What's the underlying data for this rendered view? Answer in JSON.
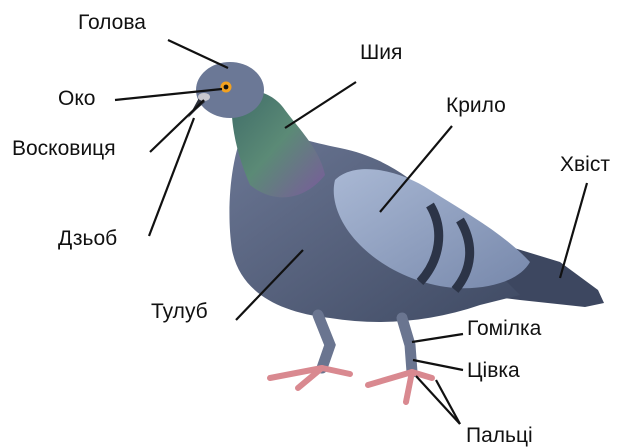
{
  "labels": {
    "head": "Голова",
    "neck": "Шия",
    "eye": "Око",
    "cere": "Восковиця",
    "wing": "Крило",
    "tail": "Хвіст",
    "beak": "Дзьоб",
    "body": "Тулуб",
    "shin": "Гомілка",
    "tarsus": "Цівка",
    "toes": "Пальці"
  },
  "colors": {
    "body": "#5d6a86",
    "wing": "#8e9fbf",
    "neck": "#4f7a74",
    "wing_bar": "#2c3447",
    "legs": "#d98990",
    "eye": "#f2a11f",
    "label_line": "#111111"
  }
}
